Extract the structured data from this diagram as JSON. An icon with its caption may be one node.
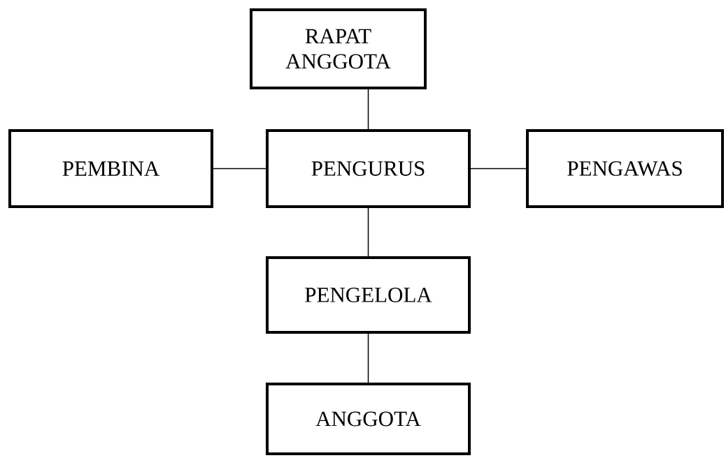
{
  "diagram": {
    "nodes": [
      {
        "text": [
          "RAPAT ANGGOTA"
        ]
      },
      {
        "text": [
          "PEMBINA"
        ]
      },
      {
        "text": [
          "PENGURUS"
        ]
      },
      {
        "text": [
          "PENGAWAS"
        ]
      },
      {
        "text": [
          "PENGELOLA"
        ]
      },
      {
        "text": [
          "ANGGOTA"
        ]
      }
    ],
    "edges": [
      {
        "from": 0,
        "to": 2,
        "arrow": "none"
      },
      {
        "from": 1,
        "to": 2,
        "arrow": "none"
      },
      {
        "from": 2,
        "to": 3,
        "arrow": "none"
      },
      {
        "from": 2,
        "to": 4,
        "arrow": "none"
      },
      {
        "from": 4,
        "to": 5,
        "arrow": "none"
      }
    ]
  }
}
